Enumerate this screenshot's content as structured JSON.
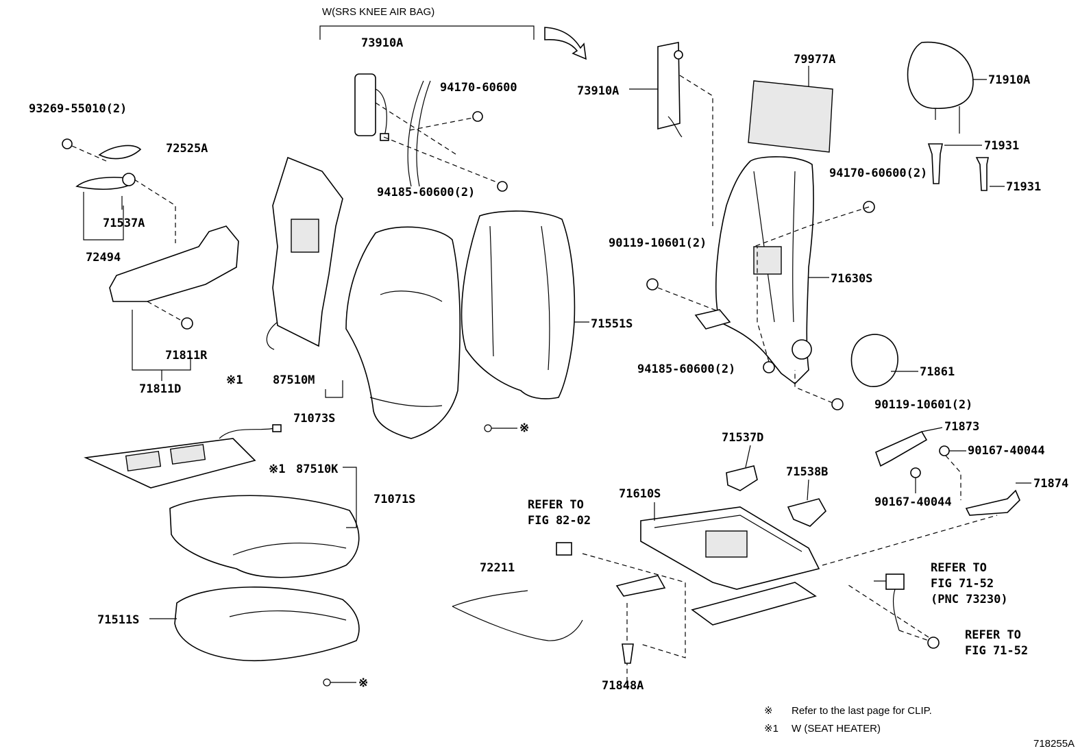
{
  "figure_code": "718255A",
  "airbag_header": "W(SRS KNEE AIR BAG)",
  "notes": {
    "clip_mark": "※",
    "clip_text": "Refer to the last page for CLIP.",
    "heater_mark": "※1",
    "heater_text": "W (SEAT HEATER)"
  },
  "labels": {
    "p73910a_left": "73910A",
    "p73910a_right": "73910A",
    "p94170_60600": "94170-60600",
    "p94185_60600_top": "94185-60600(2)",
    "p93269_55010": "93269-55010(2)",
    "p72525a": "72525A",
    "p71537a": "71537A",
    "p72494": "72494",
    "p71811r": "71811R",
    "p71811d": "71811D",
    "p87510m_mark": "※1",
    "p87510m": "87510M",
    "p71073s": "71073S",
    "p71551s": "71551S",
    "clip_mark_back": "※",
    "p79977a": "79977A",
    "p71910a": "71910A",
    "p71931_a": "71931",
    "p71931_b": "71931",
    "p94170_60600_2": "94170-60600(2)",
    "p90119_upper": "90119-10601(2)",
    "p71630s": "71630S",
    "p94185_60600_lower": "94185-60600(2)",
    "p71861": "71861",
    "p90119_lower": "90119-10601(2)",
    "p71873": "71873",
    "p90167_a": "90167-40044",
    "p90167_b": "90167-40044",
    "p71874": "71874",
    "p71537d": "71537D",
    "p71538b": "71538B",
    "p71610s": "71610S",
    "p87510k_mark": "※1",
    "p87510k": "87510K",
    "p71071s": "71071S",
    "p71511s": "71511S",
    "clip_mark_bottom": "※",
    "refer_82_line1": "REFER TO",
    "refer_82_line2": "FIG 82-02",
    "p72211": "72211",
    "p71848a": "71848A",
    "refer_71_a_line1": "REFER TO",
    "refer_71_a_line2": "FIG 71-52",
    "refer_71_a_line3": "(PNC 73230)",
    "refer_71_b_line1": "REFER TO",
    "refer_71_b_line2": "FIG 71-52"
  }
}
